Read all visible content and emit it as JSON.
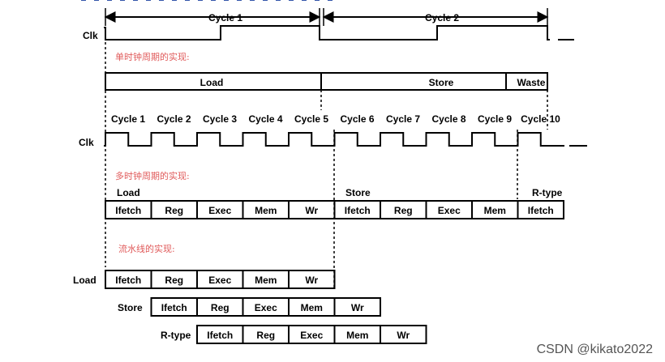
{
  "colors": {
    "line": "#000000",
    "box_fill": "#ffffff",
    "chinese_label": "#e05a5a",
    "watermark": "#555555"
  },
  "single_cycle": {
    "clk_label": "Clk",
    "cycle_labels": [
      "Cycle 1",
      "Cycle 2"
    ],
    "heading": "单时钟周期的实现:",
    "segments": [
      "Load",
      "Store",
      "Waste"
    ]
  },
  "multi_cycle": {
    "clk_label": "Clk",
    "cycle_labels": [
      "Cycle 1",
      "Cycle 2",
      "Cycle 3",
      "Cycle 4",
      "Cycle 5",
      "Cycle 6",
      "Cycle 7",
      "Cycle 8",
      "Cycle 9",
      "Cycle 10"
    ],
    "heading": "多时钟周期的实现:",
    "instructions": [
      "Load",
      "Store",
      "R-type"
    ],
    "stages": [
      "Ifetch",
      "Reg",
      "Exec",
      "Mem",
      "Wr",
      "Ifetch",
      "Reg",
      "Exec",
      "Mem",
      "Ifetch"
    ]
  },
  "pipeline": {
    "heading": "流水线的实现:",
    "rows": [
      {
        "label": "Load",
        "stages": [
          "Ifetch",
          "Reg",
          "Exec",
          "Mem",
          "Wr"
        ]
      },
      {
        "label": "Store",
        "stages": [
          "Ifetch",
          "Reg",
          "Exec",
          "Mem",
          "Wr"
        ]
      },
      {
        "label": "R-type",
        "stages": [
          "Ifetch",
          "Reg",
          "Exec",
          "Mem",
          "Wr"
        ]
      }
    ]
  },
  "watermark": "CSDN @kikato2022"
}
